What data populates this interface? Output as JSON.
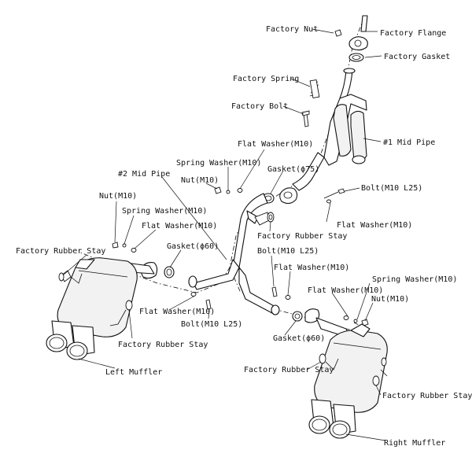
{
  "diagram": {
    "labels": [
      {
        "id": "factory-nut",
        "text": "Factory Nut"
      },
      {
        "id": "factory-flange",
        "text": "Factory Flange"
      },
      {
        "id": "factory-gasket",
        "text": "Factory Gasket"
      },
      {
        "id": "factory-spring",
        "text": "Factory Spring"
      },
      {
        "id": "factory-bolt",
        "text": "Factory Bolt"
      },
      {
        "id": "mid-pipe-1",
        "text": "#1 Mid Pipe"
      },
      {
        "id": "flat-washer-top",
        "text": "Flat Washer(M10)"
      },
      {
        "id": "spring-washer-mid",
        "text": "Spring Washer(M10)"
      },
      {
        "id": "gasket-75",
        "text": "Gasket(ϕ75)"
      },
      {
        "id": "mid-pipe-2",
        "text": "#2 Mid Pipe"
      },
      {
        "id": "nut-center",
        "text": "Nut(M10)"
      },
      {
        "id": "bolt-l25-right",
        "text": "Bolt(M10 L25)"
      },
      {
        "id": "nut-left",
        "text": "Nut(M10)"
      },
      {
        "id": "spring-washer-left",
        "text": "Spring Washer(M10)"
      },
      {
        "id": "flat-washer-right-upper",
        "text": "Flat Washer(M10)"
      },
      {
        "id": "flat-washer-left",
        "text": "Flat Washer(M10)"
      },
      {
        "id": "factory-rubber-stay-center",
        "text": "Factory Rubber Stay"
      },
      {
        "id": "factory-rubber-stay-left-top",
        "text": "Factory Rubber Stay"
      },
      {
        "id": "gasket-60-left",
        "text": "Gasket(ϕ60)"
      },
      {
        "id": "bolt-l25-center",
        "text": "Bolt(M10 L25)"
      },
      {
        "id": "flat-washer-center",
        "text": "Flat Washer(M10)"
      },
      {
        "id": "spring-washer-right",
        "text": "Spring Washer(M10)"
      },
      {
        "id": "flat-washer-right",
        "text": "Flat Washer(M10)"
      },
      {
        "id": "nut-right",
        "text": "Nut(M10)"
      },
      {
        "id": "flat-washer-lower-left",
        "text": "Flat Washer(M10)"
      },
      {
        "id": "bolt-l25-lower-left",
        "text": "Bolt(M10 L25)"
      },
      {
        "id": "factory-rubber-stay-left-bottom",
        "text": "Factory Rubber Stay"
      },
      {
        "id": "gasket-60-right",
        "text": "Gasket(ϕ60)"
      },
      {
        "id": "left-muffler",
        "text": "Left Muffler"
      },
      {
        "id": "factory-rubber-stay-right-left",
        "text": "Factory Rubber Stay"
      },
      {
        "id": "factory-rubber-stay-right-right",
        "text": "Factory Rubber Stay"
      },
      {
        "id": "right-muffler",
        "text": "Right Muffler"
      }
    ]
  }
}
